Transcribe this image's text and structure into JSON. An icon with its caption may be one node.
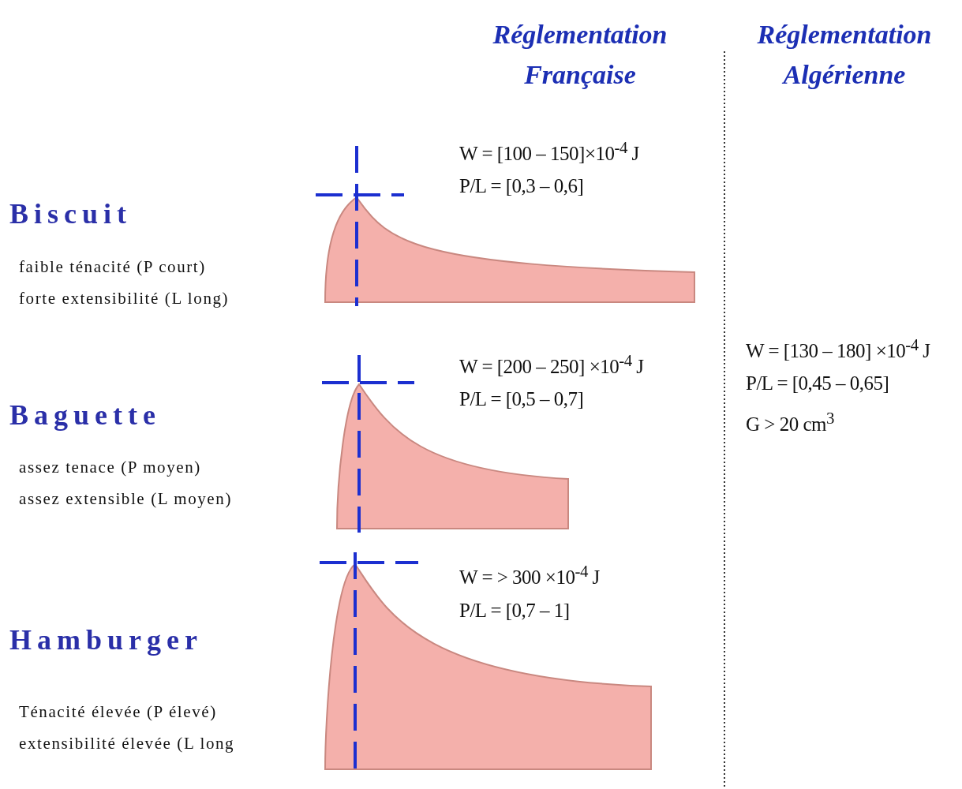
{
  "diagram": {
    "labels": [
      "Réglementation Française",
      "Réglementation Algérienne",
      "W = [100 – 150]×10$^{-4}$ J",
      "P/L = [0,3 – 0,6]",
      "Biscuit",
      "faible ténacité (P court)",
      "forte extensibilité (L long)",
      "W = [200 – 250] ×10$^{-4}$ J",
      "P/L = [0,5 – 0,7]",
      "W = [130 – 180] ×10$^{-4}$ J",
      "P/L = [0,45 – 0,65]",
      "G > 20 cm$^{3}$",
      "Baguette",
      "assez tenace (P moyen)",
      "assez extensible (L moyen)",
      "W = > 300 ×10$^{-4}$ J",
      "P/L = [0,7 – 1]",
      "Hamburger",
      "Ténacité élevée (P élevé)",
      "extensibilité élevée (L long"
    ]
  }
}
